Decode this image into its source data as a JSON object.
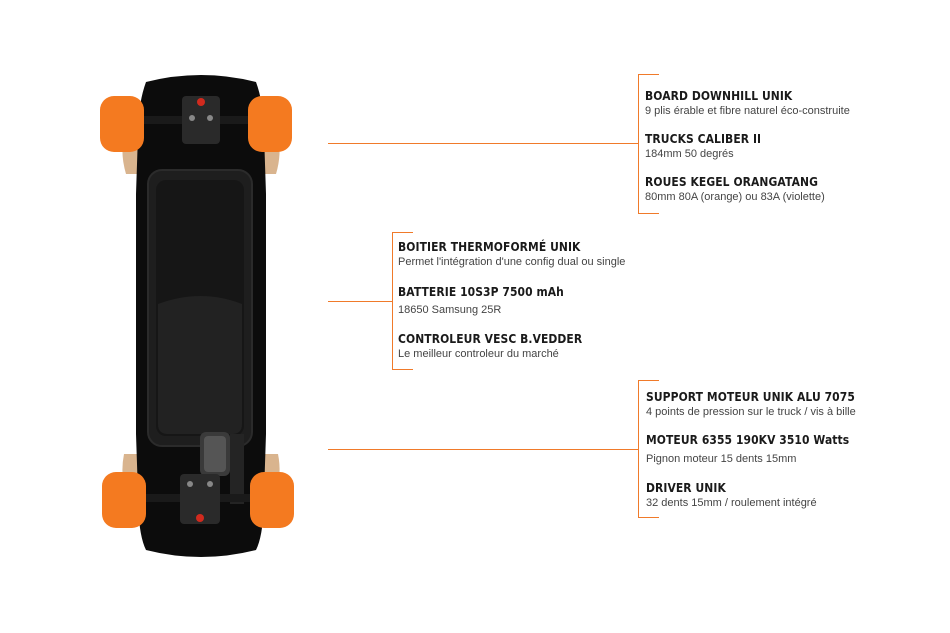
{
  "colors": {
    "accent": "#f07a2a",
    "wheel": "#f47a20",
    "deck": "#0c0c0c",
    "text_title": "#1a1a1a",
    "text_desc": "#444444"
  },
  "groups": [
    {
      "items": [
        {
          "title": "BOARD DOWNHILL UNIK",
          "desc": "9 plis érable et fibre naturel éco-construite"
        },
        {
          "title": "TRUCKS CALIBER II",
          "desc": "184mm 50 degrés"
        },
        {
          "title": "ROUES KEGEL ORANGATANG",
          "desc": "80mm 80A (orange) ou 83A (violette)"
        }
      ]
    },
    {
      "items": [
        {
          "title": "BOITIER THERMOFORMÉ UNIK",
          "desc": "Permet l'intégration d'une config dual ou single"
        },
        {
          "title": "BATTERIE 10S3P 7500 mAh",
          "desc": "18650 Samsung 25R"
        },
        {
          "title": "CONTROLEUR VESC B.VEDDER",
          "desc": "Le meilleur controleur du marché"
        }
      ]
    },
    {
      "items": [
        {
          "title": "SUPPORT MOTEUR UNIK ALU 7075",
          "desc": "4 points de pression  sur le truck / vis à bille"
        },
        {
          "title": "MOTEUR 6355 190KV 3510 Watts",
          "desc": "Pignon moteur 15 dents 15mm"
        },
        {
          "title": "DRIVER UNIK",
          "desc": "32 dents 15mm / roulement intégré"
        }
      ]
    }
  ]
}
